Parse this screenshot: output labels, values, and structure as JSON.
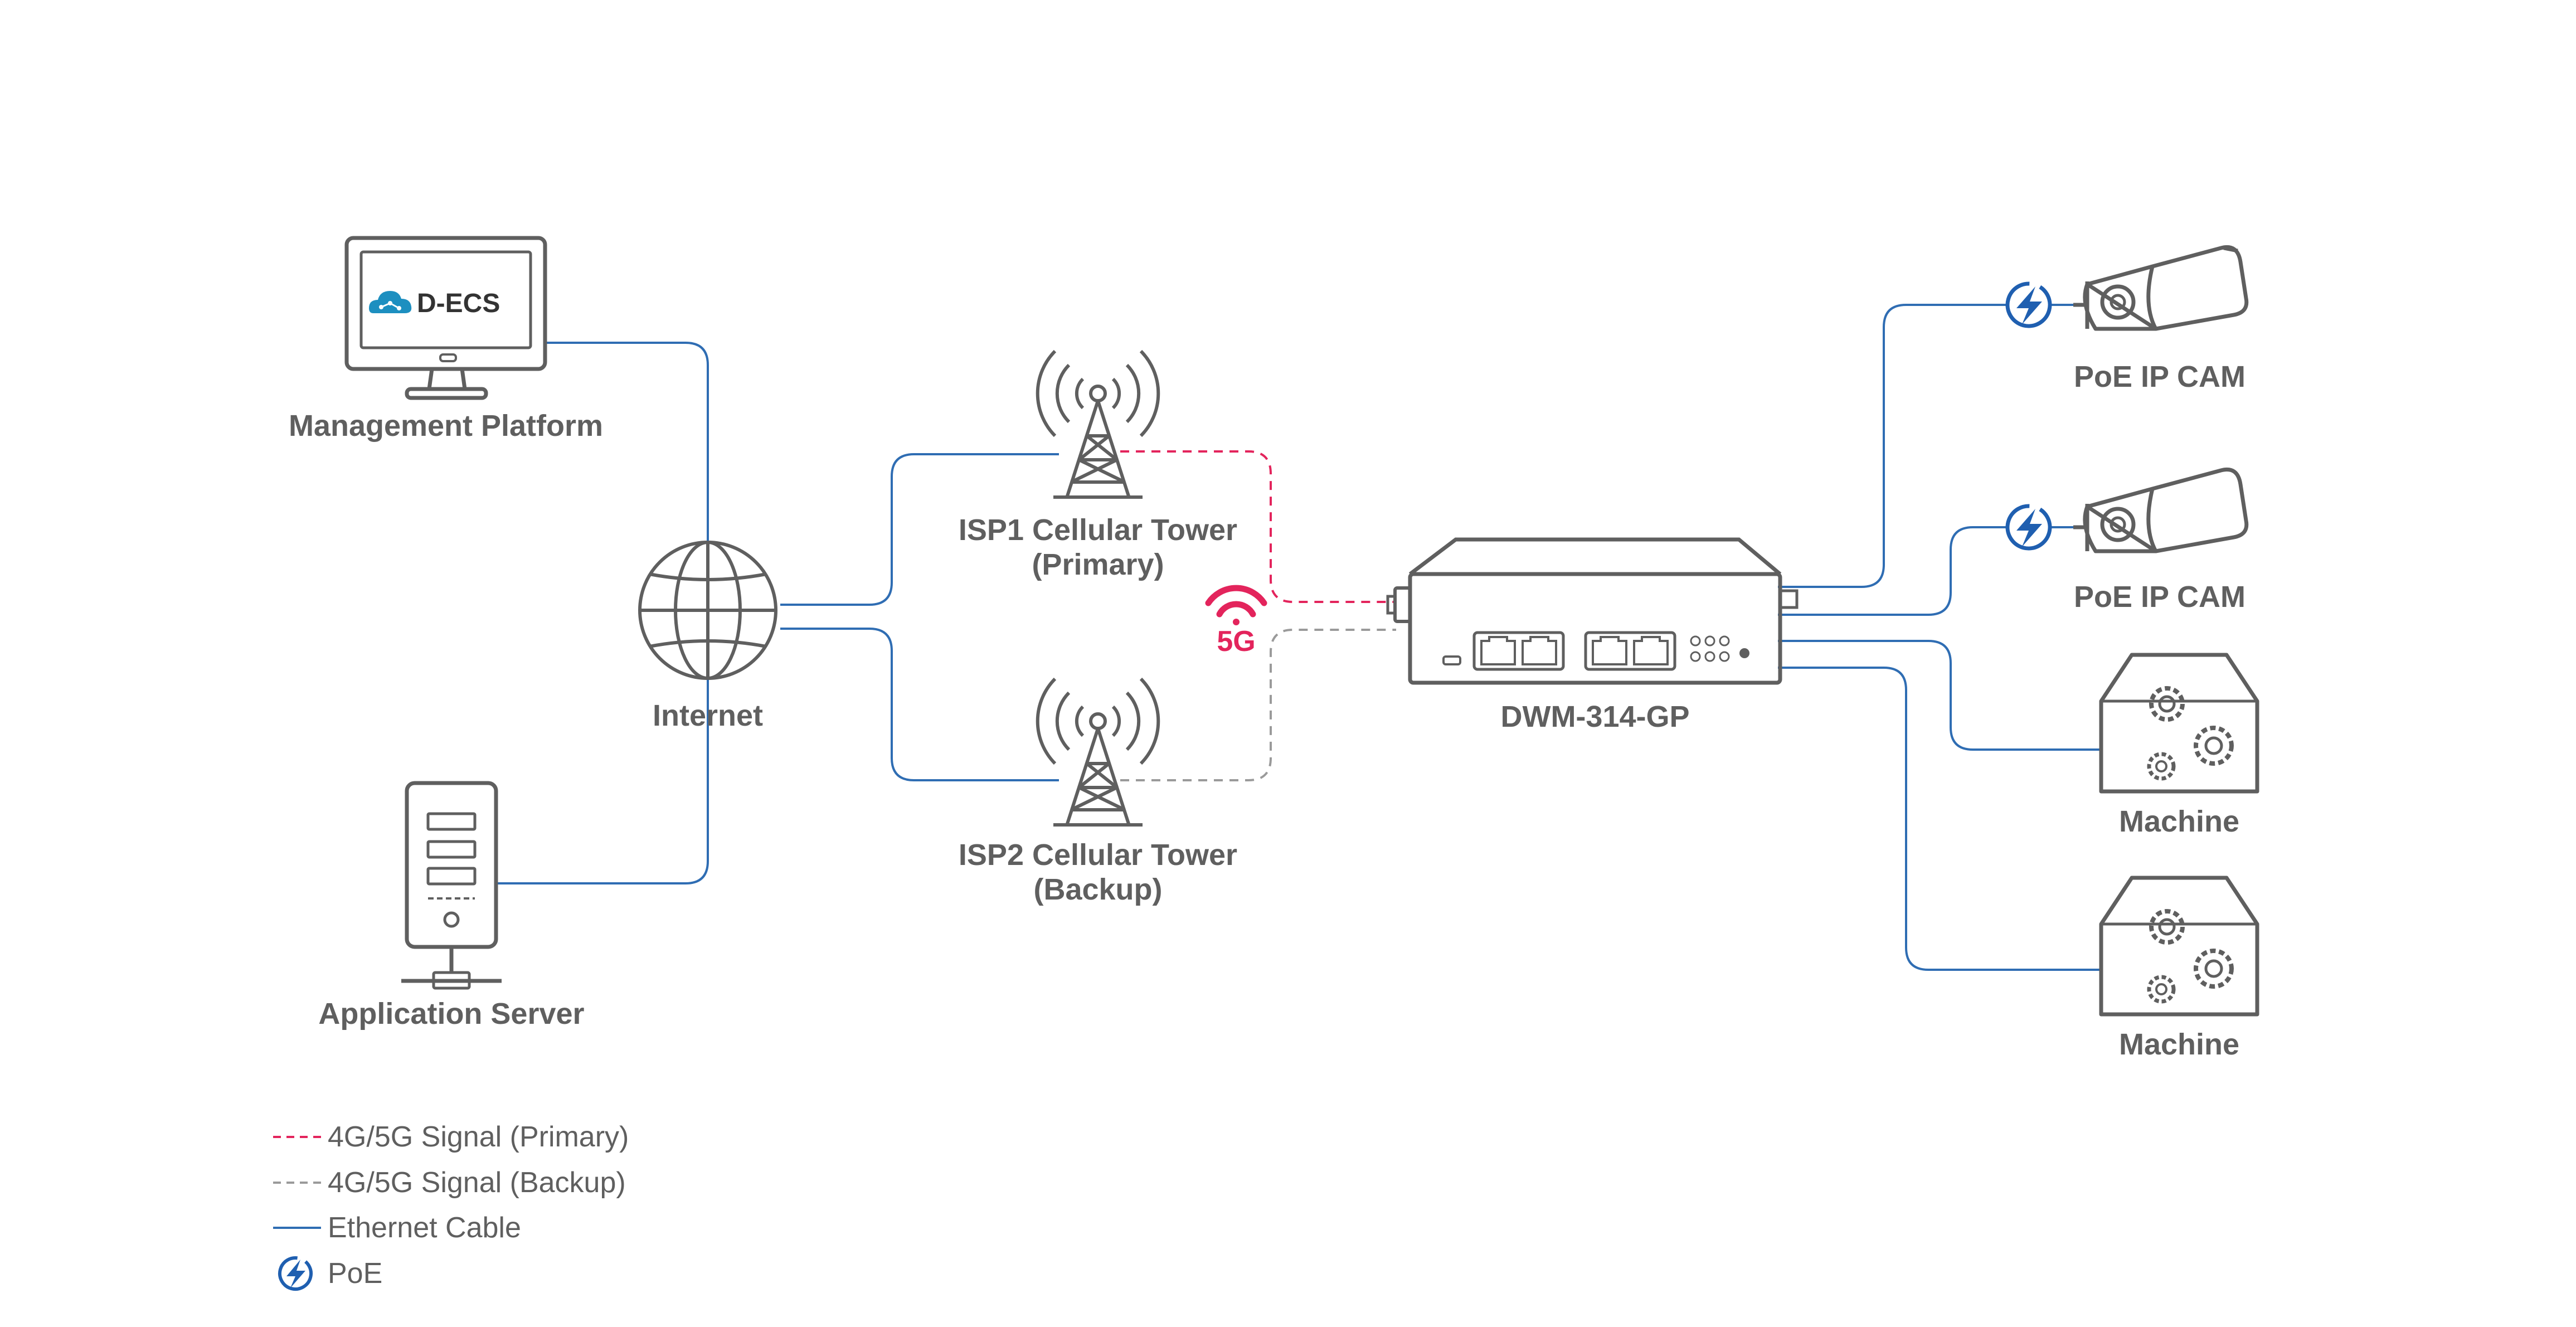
{
  "nodes": {
    "management": {
      "label": "Management Platform",
      "screen_text": "D-ECS"
    },
    "internet": {
      "label": "Internet"
    },
    "server": {
      "label": "Application Server"
    },
    "isp1": {
      "label_line1": "ISP1 Cellular Tower",
      "label_line2": "(Primary)"
    },
    "isp2": {
      "label_line1": "ISP2 Cellular Tower",
      "label_line2": "(Backup)"
    },
    "signal_badge": "5G",
    "router": {
      "label": "DWM-314-GP"
    },
    "cam1": {
      "label": "PoE IP CAM"
    },
    "cam2": {
      "label": "PoE IP CAM"
    },
    "machine1": {
      "label": "Machine"
    },
    "machine2": {
      "label": "Machine"
    }
  },
  "legend": {
    "primary": "4G/5G Signal (Primary)",
    "backup": "4G/5G Signal (Backup)",
    "ethernet": "Ethernet Cable",
    "poe": "PoE"
  },
  "colors": {
    "ethernet": "#2f6db3",
    "primary_signal": "#e3245c",
    "backup_signal": "#9a9a9a",
    "device_stroke": "#5f5f5f",
    "poe_icon": "#1f5fb0",
    "brand": "#1d8fc0"
  }
}
